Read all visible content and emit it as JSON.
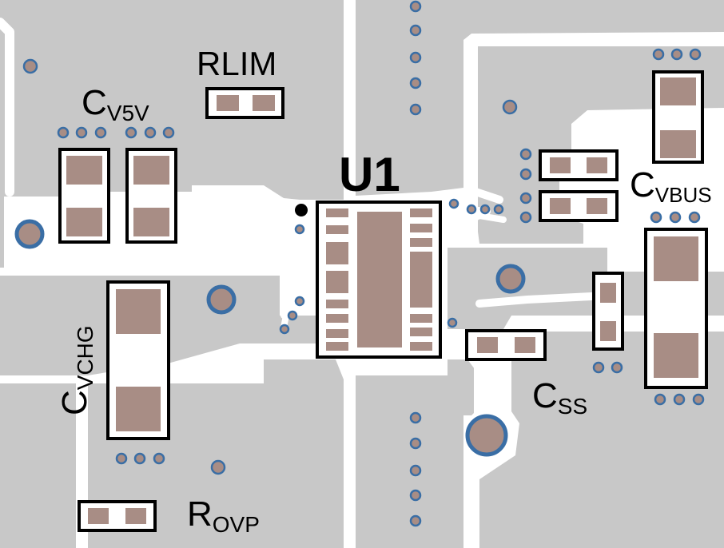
{
  "colors": {
    "copper": "#c8c8c8",
    "trace": "#ffffff",
    "pad": "#a88d85",
    "via_ring": "#3a6ea5",
    "via_fill": "#a88d85",
    "outline": "#000000"
  },
  "labels": {
    "rlim": "RLIM",
    "u1": "U1",
    "cv5v_main": "C",
    "cv5v_sub": "V5V",
    "cvbus_main": "C",
    "cvbus_sub": "VBUS",
    "cvchg_main": "C",
    "cvchg_sub": "VCHG",
    "css_main": "C",
    "css_sub": "SS",
    "rovp_main": "R",
    "rovp_sub": "OVP"
  }
}
